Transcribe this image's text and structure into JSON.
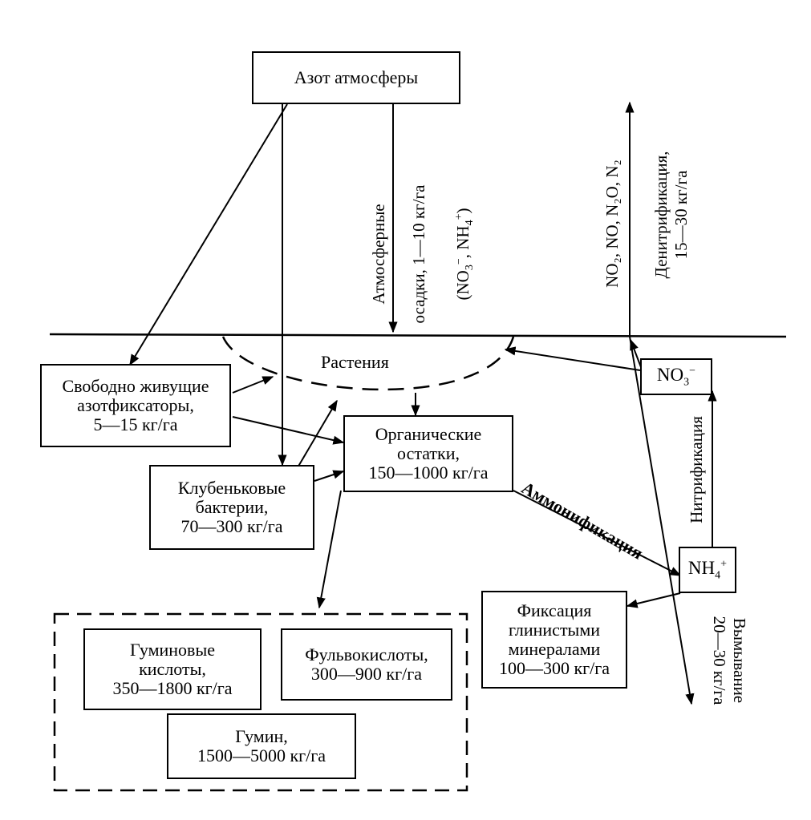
{
  "nodes": {
    "atmosphere": "Азот атмосферы",
    "free_living": "Свободно живущие\nазотфиксаторы,\n5—15 кг/га",
    "nodule": "Клубеньковые\nбактерии,\n70—300 кг/га",
    "organic": "Органические\nостатки,\n150—1000 кг/га",
    "plants": "Растения",
    "no3": "NO",
    "no3_sub": "3",
    "no3_sup": "−",
    "nh4": "NH",
    "nh4_sub": "4",
    "nh4_sup": "+",
    "clay": "Фиксация\nглинистыми\nминералами\n100—300 кг/га",
    "humic": "Гуминовые\nкислоты,\n350—1800 кг/га",
    "fulvic": "Фульвокислоты,\n300—900 кг/га",
    "humin": "Гумин,\n1500—5000 кг/га"
  },
  "flows": {
    "precip_title": "Атмосферные",
    "precip_amount": "осадки, 1—10 кг/га",
    "precip_forms": "(NO",
    "precip_forms_sub1": "3",
    "precip_forms_sup1": "−",
    "precip_forms_mid": ", NH",
    "precip_forms_sub2": "4",
    "precip_forms_sup2": "+",
    "precip_forms_end": ")",
    "gases": "NO₂, NO, N₂O, N₂",
    "denit": "Денитрификация,\n15—30 кг/га",
    "ammon": "Аммонификация",
    "nitrif": "Нитрификация",
    "leach": "Вымывание\n20—30 кг/га"
  }
}
